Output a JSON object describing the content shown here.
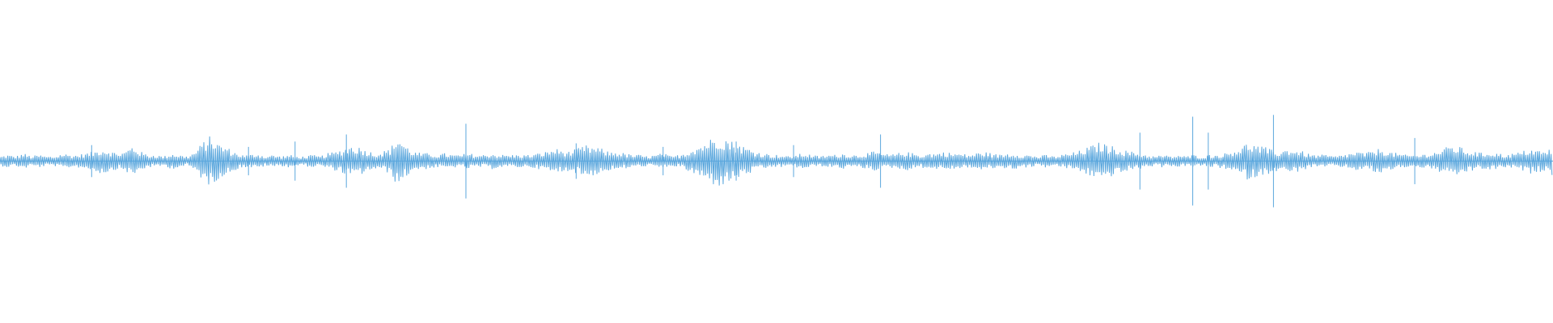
{
  "waveform": {
    "color": "#5ba7dd",
    "background": "#ffffff",
    "amplitude_envelope": [
      0.03,
      0.04,
      0.03,
      0.05,
      0.03,
      0.04,
      0.03,
      0.03,
      0.05,
      0.04,
      0.04,
      0.05,
      0.06,
      0.08,
      0.07,
      0.05,
      0.06,
      0.1,
      0.06,
      0.04,
      0.04,
      0.03,
      0.05,
      0.04,
      0.03,
      0.06,
      0.12,
      0.16,
      0.11,
      0.09,
      0.06,
      0.04,
      0.04,
      0.05,
      0.03,
      0.04,
      0.03,
      0.04,
      0.03,
      0.03,
      0.04,
      0.03,
      0.05,
      0.06,
      0.08,
      0.1,
      0.09,
      0.07,
      0.05,
      0.06,
      0.08,
      0.16,
      0.1,
      0.06,
      0.05,
      0.05,
      0.04,
      0.05,
      0.04,
      0.04,
      0.05,
      0.04,
      0.04,
      0.05,
      0.04,
      0.04,
      0.04,
      0.04,
      0.04,
      0.05,
      0.06,
      0.08,
      0.07,
      0.06,
      0.08,
      0.1,
      0.09,
      0.08,
      0.06,
      0.06,
      0.05,
      0.04,
      0.04,
      0.03,
      0.04,
      0.05,
      0.03,
      0.04,
      0.06,
      0.09,
      0.11,
      0.14,
      0.16,
      0.15,
      0.12,
      0.1,
      0.08,
      0.06,
      0.05,
      0.04,
      0.04,
      0.03,
      0.04,
      0.05,
      0.04,
      0.03,
      0.04,
      0.04,
      0.05,
      0.04,
      0.04,
      0.05,
      0.06,
      0.05,
      0.04,
      0.05,
      0.06,
      0.05,
      0.04,
      0.05,
      0.05,
      0.06,
      0.05,
      0.05,
      0.04,
      0.05,
      0.06,
      0.05,
      0.04,
      0.05,
      0.05,
      0.04,
      0.04,
      0.03,
      0.04,
      0.03,
      0.04,
      0.05,
      0.06,
      0.08,
      0.1,
      0.12,
      0.1,
      0.09,
      0.07,
      0.06,
      0.05,
      0.04,
      0.03,
      0.04,
      0.03,
      0.04,
      0.03,
      0.04,
      0.03,
      0.04,
      0.04,
      0.05,
      0.07,
      0.09,
      0.12,
      0.1,
      0.09,
      0.07,
      0.06,
      0.08,
      0.07,
      0.06,
      0.04,
      0.04,
      0.04,
      0.03,
      0.04,
      0.05,
      0.06,
      0.05,
      0.07,
      0.08,
      0.06,
      0.05,
      0.04,
      0.04,
      0.04,
      0.05,
      0.06,
      0.08,
      0.1,
      0.09,
      0.07,
      0.06,
      0.05,
      0.06,
      0.05,
      0.04,
      0.05,
      0.06,
      0.08,
      0.07,
      0.06,
      0.09
    ],
    "spikes": [
      {
        "pos": 0.059,
        "amp": 0.18
      },
      {
        "pos": 0.16,
        "amp": 0.16
      },
      {
        "pos": 0.19,
        "amp": 0.22
      },
      {
        "pos": 0.223,
        "amp": 0.3
      },
      {
        "pos": 0.3,
        "amp": 0.42
      },
      {
        "pos": 0.371,
        "amp": 0.2
      },
      {
        "pos": 0.427,
        "amp": 0.16
      },
      {
        "pos": 0.474,
        "amp": 0.22
      },
      {
        "pos": 0.511,
        "amp": 0.18
      },
      {
        "pos": 0.567,
        "amp": 0.3
      },
      {
        "pos": 0.734,
        "amp": 0.32
      },
      {
        "pos": 0.768,
        "amp": 0.5
      },
      {
        "pos": 0.778,
        "amp": 0.32
      },
      {
        "pos": 0.82,
        "amp": 0.52
      },
      {
        "pos": 0.911,
        "amp": 0.26
      }
    ]
  }
}
